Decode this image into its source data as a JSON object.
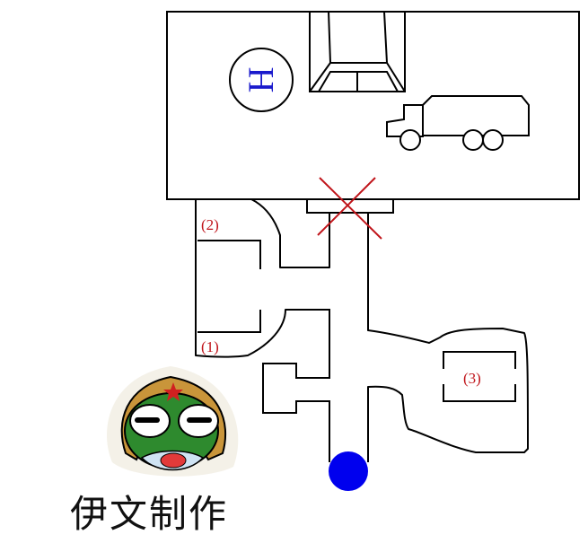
{
  "map": {
    "helipad_letter": "H",
    "labels": {
      "room1": "(1)",
      "room2": "(2)",
      "room3": "(3)"
    },
    "markers": {
      "blocked": "red-x",
      "player": "blue-dot"
    },
    "colors": {
      "walls": "#000000",
      "helipad_letter": "#1a1acc",
      "labels": "#c0141a",
      "blocked_x": "#c0141a",
      "player_dot": "#0000ee"
    }
  },
  "caption": "伊文制作"
}
